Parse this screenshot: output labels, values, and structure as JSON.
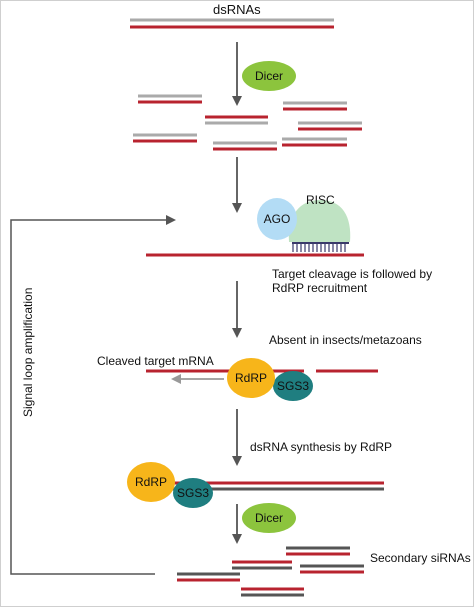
{
  "labels": {
    "dsrnas": "dsRNAs",
    "dicer_top": "Dicer",
    "risc": "RISC",
    "ago": "AGO",
    "target_cleavage": "Target cleavage is followed by\nRdRP recruitment",
    "absent": "Absent in insects/metazoans",
    "cleaved_mrna": "Cleaved target mRNA",
    "rdrp_top": "RdRP",
    "sgs3_top": "SGS3",
    "dsrna_synthesis": "dsRNA synthesis by RdRP",
    "rdrp_bottom": "RdRP",
    "sgs3_bottom": "SGS3",
    "dicer_bottom": "Dicer",
    "secondary": "Secondary siRNAs",
    "signal_loop": "Signal loop amplification"
  },
  "colors": {
    "rna_red": "#b8232f",
    "rna_gray": "#aaaaaa",
    "rna_dark": "#555555",
    "arrow": "#555555",
    "dicer": "#8cc43d",
    "ago": "#b3dcf5",
    "risc": "#bfe3c3",
    "rdrp": "#f7b51a",
    "sgs3": "#1f7e80",
    "comb": "#3a3a6a"
  }
}
